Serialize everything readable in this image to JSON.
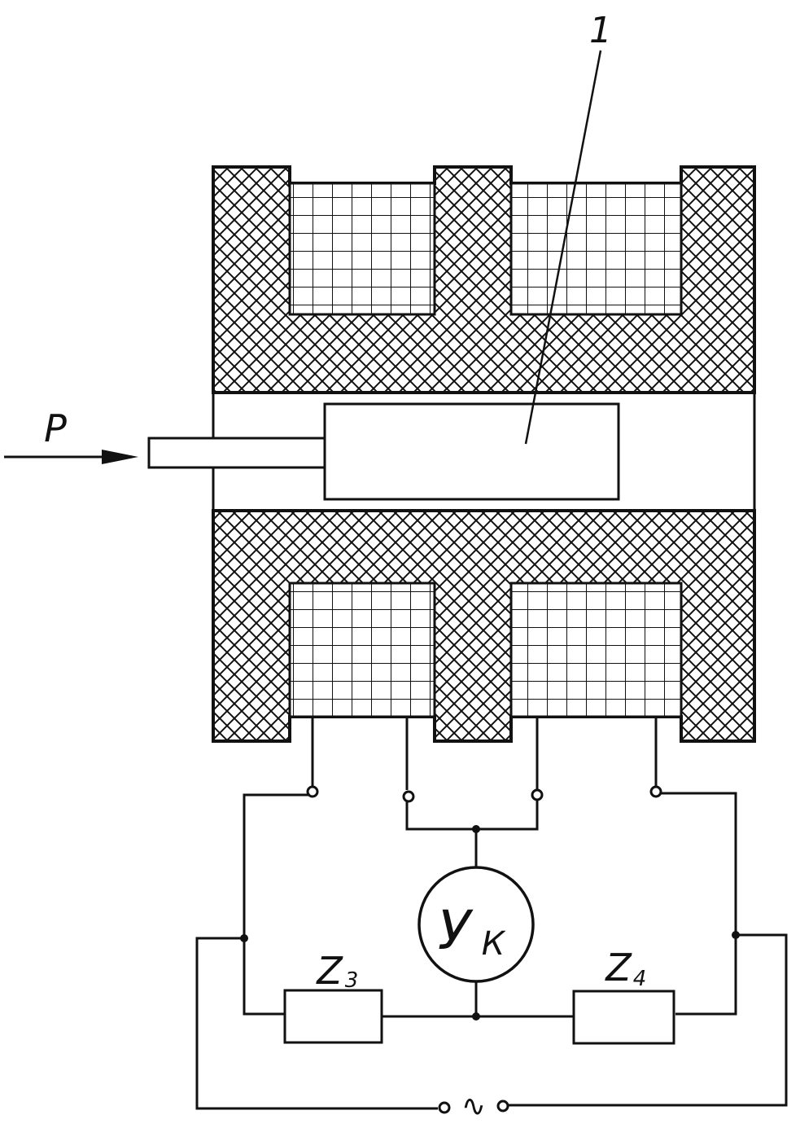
{
  "labels": {
    "part_number": "1",
    "force": "P",
    "meter_main": "У",
    "meter_sub": "К",
    "z3_main": "Z",
    "z3_sub": "3",
    "z4_main": "Z",
    "z4_sub": "4",
    "ac_source": "∿"
  },
  "colors": {
    "ink": "#111111",
    "paper": "#ffffff"
  }
}
